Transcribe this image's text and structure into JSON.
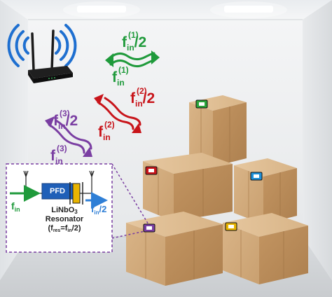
{
  "signals": {
    "green": {
      "f": "f",
      "sub": "in",
      "sup": "(1)",
      "half": "/2"
    },
    "red": {
      "f": "f",
      "sub": "in",
      "sup": "(2)",
      "half": "/2"
    },
    "purple": {
      "f": "f",
      "sub": "in",
      "sup": "(3)",
      "half": "/2"
    }
  },
  "inset": {
    "pfd": "PFD",
    "input": {
      "f": "f",
      "sub": "in"
    },
    "output": {
      "f": "f",
      "sub": "in",
      "half": "/2"
    },
    "resonator": {
      "line1_main": "LiNbO",
      "line1_sub": "3",
      "line2": "Resonator",
      "line3_pre": "(f",
      "line3_sub": "res",
      "line3_mid": "=f",
      "line3_sub2": "in",
      "line3_end": "/2)"
    }
  },
  "colors": {
    "green": "#1f9a3b",
    "red": "#c8141a",
    "purple": "#7a3ea2",
    "blue": "#2f7fd6",
    "wifi_blue": "#1e6fd0",
    "tag_green": "#2aa33a",
    "tag_red": "#c8141a",
    "tag_blue": "#1e90d8",
    "tag_yellow": "#e8b400",
    "tag_purple": "#7a3ea2"
  }
}
